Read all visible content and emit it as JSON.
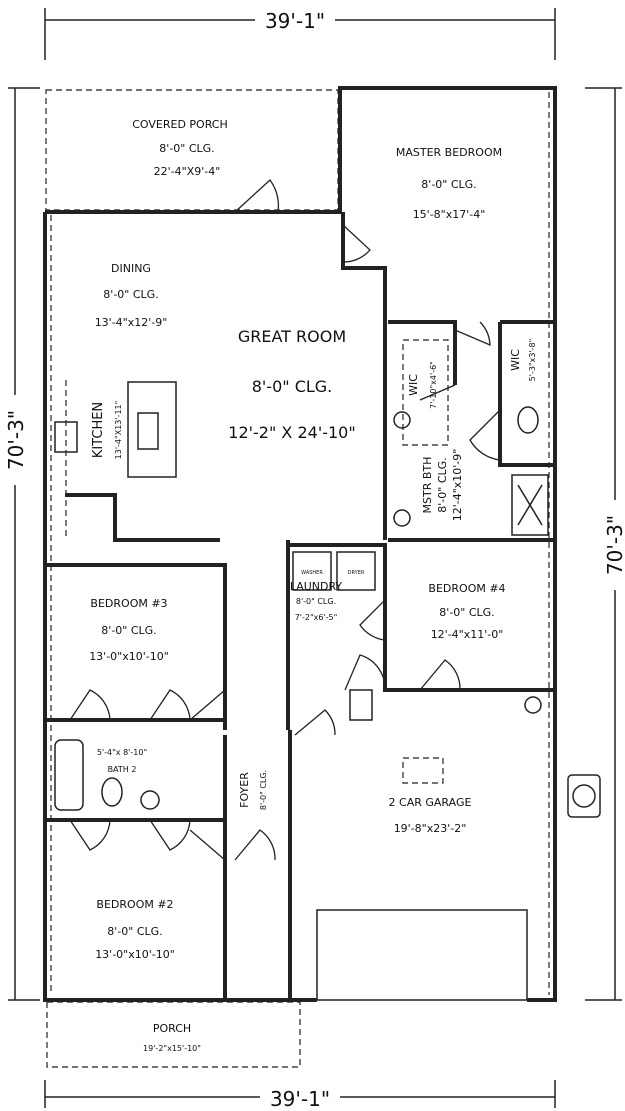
{
  "dimensions": {
    "width_top": "39'-1\"",
    "width_bottom": "39'-1\"",
    "depth_left": "70'-3\"",
    "depth_right": "70'-3\""
  },
  "rooms": {
    "covered_porch": {
      "name": "COVERED PORCH",
      "ceiling": "8'-0\" CLG.",
      "size": "22'-4\"X9'-4\""
    },
    "master_bedroom": {
      "name": "MASTER BEDROOM",
      "ceiling": "8'-0\" CLG.",
      "size": "15'-8\"x17'-4\""
    },
    "dining": {
      "name": "DINING",
      "ceiling": "8'-0\" CLG.",
      "size": "13'-4\"x12'-9\""
    },
    "great_room": {
      "name": "GREAT ROOM",
      "ceiling": "8'-0\" CLG.",
      "size": "12'-2\" X 24'-10\""
    },
    "kitchen": {
      "name": "KITCHEN",
      "size": "13'-4\"X13'-11\""
    },
    "wic1": {
      "name": "WIC",
      "size": "7'-10\"x4'-6\""
    },
    "wic2": {
      "name": "WIC",
      "size": "5'-3\"x3'-8\""
    },
    "master_bath": {
      "name": "MSTR BTH",
      "ceiling": "8'-0\" CLG.",
      "size": "12'-4\"x10'-9\""
    },
    "laundry": {
      "name": "LAUNDRY",
      "ceiling": "8'-0\" CLG.",
      "size": "7'-2\"x6'-5\"",
      "washer": "WASHER",
      "dryer": "DRYER"
    },
    "bedroom3": {
      "name": "BEDROOM #3",
      "ceiling": "8'-0\" CLG.",
      "size": "13'-0\"x10'-10\""
    },
    "bedroom4": {
      "name": "BEDROOM #4",
      "ceiling": "8'-0\" CLG.",
      "size": "12'-4\"x11'-0\""
    },
    "bath2": {
      "name": "BATH 2",
      "size": "5'-4\"x 8'-10\""
    },
    "foyer": {
      "name": "FOYER",
      "ceiling": "8'-0\" CLG."
    },
    "garage": {
      "name": "2 CAR GARAGE",
      "size": "19'-8\"x23'-2\""
    },
    "bedroom2": {
      "name": "BEDROOM #2",
      "ceiling": "8'-0\" CLG.",
      "size": "13'-0\"x10'-10\""
    },
    "porch": {
      "name": "PORCH",
      "size": "19'-2\"x15'-10\""
    }
  }
}
